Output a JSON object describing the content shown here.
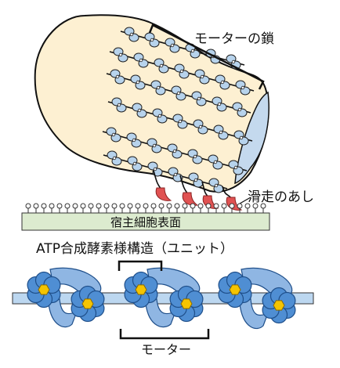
{
  "labels": {
    "motor_chain": "モーターの鎖",
    "gliding_leg": "滑走のあし",
    "host_surface": "宿主細胞表面",
    "atp_unit": "ATP合成酵素様構造（ユニット）",
    "motor": "モーター"
  },
  "colors": {
    "cell_body": "#fdf0d2",
    "cell_outline": "#111111",
    "head_region": "#c4d9ee",
    "motor_unit": "#b7d3ec",
    "leg": "#e05252",
    "host_surface": "#dcebcf",
    "unit_petal": "#4f8ed3",
    "unit_center": "#f5c400",
    "unit_loop": "#8fb6e3",
    "unit_track": "#bcd7f0"
  }
}
